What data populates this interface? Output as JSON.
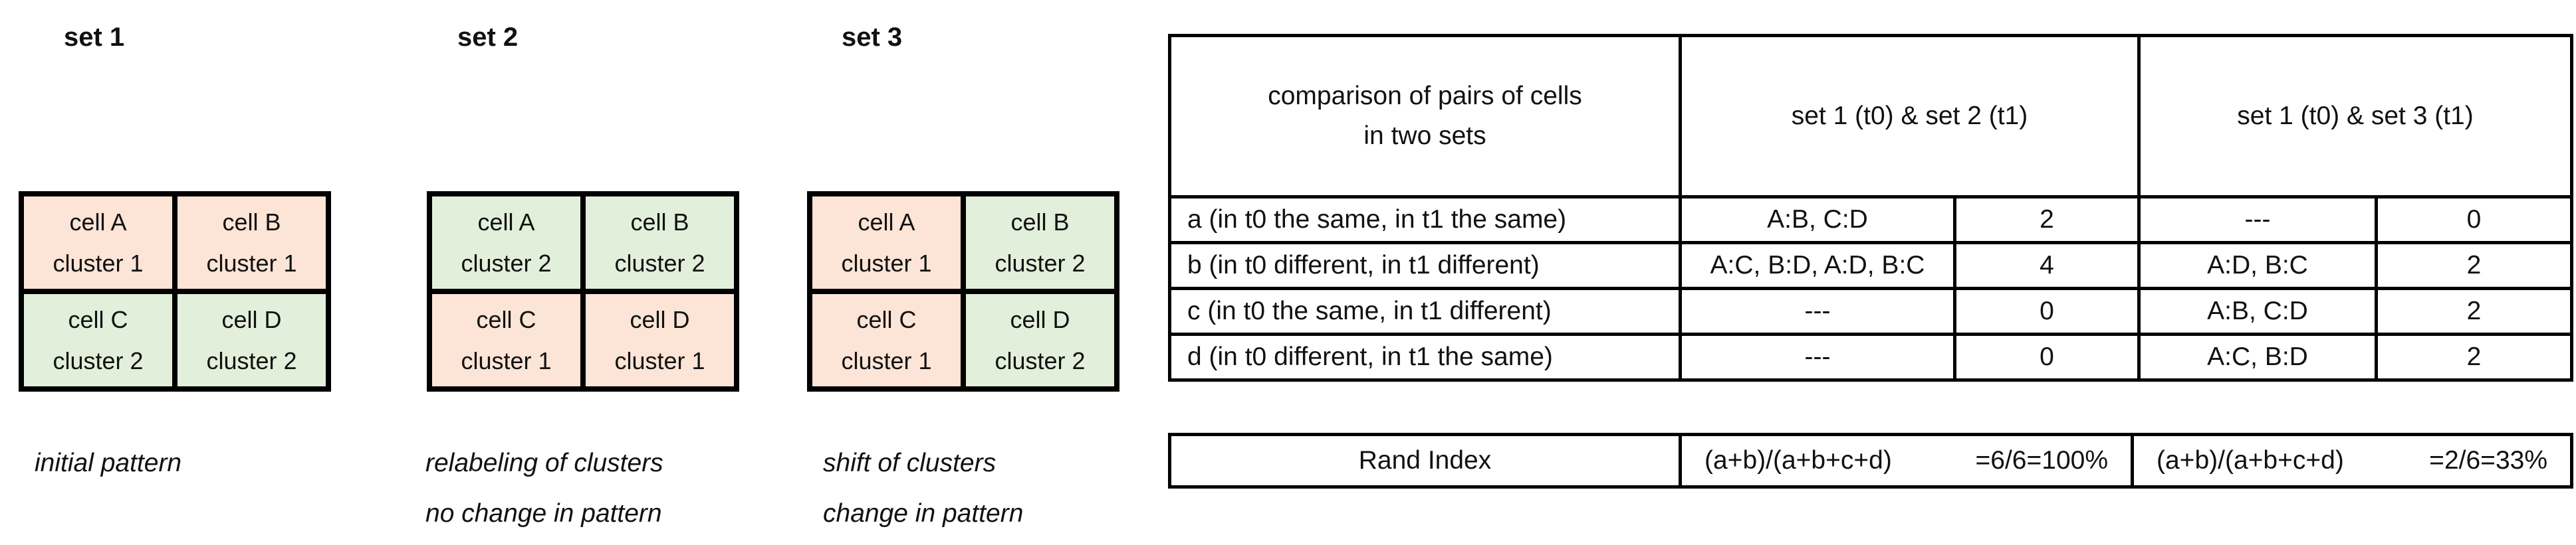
{
  "colors": {
    "peach": "#fce4d6",
    "green": "#e2efda",
    "border": "#000000"
  },
  "sets": [
    {
      "title": "set 1",
      "captions": [
        "initial pattern"
      ],
      "cells": [
        {
          "name": "cell A",
          "cluster": "cluster 1",
          "fill": "peach"
        },
        {
          "name": "cell B",
          "cluster": "cluster 1",
          "fill": "peach"
        },
        {
          "name": "cell C",
          "cluster": "cluster 2",
          "fill": "green"
        },
        {
          "name": "cell D",
          "cluster": "cluster 2",
          "fill": "green"
        }
      ]
    },
    {
      "title": "set 2",
      "captions": [
        "relabeling of clusters",
        "no change in pattern"
      ],
      "cells": [
        {
          "name": "cell A",
          "cluster": "cluster 2",
          "fill": "green"
        },
        {
          "name": "cell B",
          "cluster": "cluster 2",
          "fill": "green"
        },
        {
          "name": "cell C",
          "cluster": "cluster 1",
          "fill": "peach"
        },
        {
          "name": "cell D",
          "cluster": "cluster 1",
          "fill": "peach"
        }
      ]
    },
    {
      "title": "set 3",
      "captions": [
        "shift of clusters",
        "change in pattern"
      ],
      "cells": [
        {
          "name": "cell A",
          "cluster": "cluster 1",
          "fill": "peach"
        },
        {
          "name": "cell B",
          "cluster": "cluster 2",
          "fill": "green"
        },
        {
          "name": "cell C",
          "cluster": "cluster 1",
          "fill": "peach"
        },
        {
          "name": "cell D",
          "cluster": "cluster 2",
          "fill": "green"
        }
      ]
    }
  ],
  "table": {
    "col1_header_line1": "comparison of pairs of cells",
    "col1_header_line2": "in two sets",
    "group1_header": "set 1 (t0) & set 2 (t1)",
    "group2_header": "set 1 (t0) & set 3 (t1)",
    "rows": [
      {
        "label": "a (in t0 the same, in t1 the same)",
        "g1_pairs": "A:B, C:D",
        "g1_count": "2",
        "g2_pairs": "---",
        "g2_count": "0"
      },
      {
        "label": "b (in t0 different, in t1 different)",
        "g1_pairs": "A:C, B:D, A:D, B:C",
        "g1_count": "4",
        "g2_pairs": "A:D, B:C",
        "g2_count": "2"
      },
      {
        "label": "c (in t0 the same, in t1 different)",
        "g1_pairs": "---",
        "g1_count": "0",
        "g2_pairs": "A:B, C:D",
        "g2_count": "2"
      },
      {
        "label": "d (in t0 different, in t1 the same)",
        "g1_pairs": "---",
        "g1_count": "0",
        "g2_pairs": "A:C, B:D",
        "g2_count": "2"
      }
    ]
  },
  "rand": {
    "label": "Rand Index",
    "group1": {
      "formula": "(a+b)/(a+b+c+d)",
      "result": "=6/6=100%"
    },
    "group2": {
      "formula": "(a+b)/(a+b+c+d)",
      "result": "=2/6=33%"
    }
  }
}
